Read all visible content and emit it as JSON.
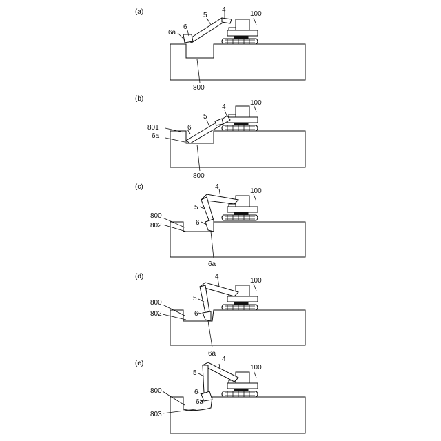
{
  "panels": [
    {
      "caption": "(a)",
      "labels": {
        "machine": "100",
        "arm": "4",
        "boom": "5",
        "bucket": "6",
        "bucket_tip": "6a",
        "pit": "800"
      }
    },
    {
      "caption": "(b)",
      "labels": {
        "machine": "100",
        "arm": "4",
        "boom": "5",
        "bucket": "6",
        "bucket_tip": "6a",
        "pit": "800",
        "wall": "801"
      }
    },
    {
      "caption": "(c)",
      "labels": {
        "machine": "100",
        "arm": "4",
        "boom": "5",
        "bucket": "6",
        "bucket_tip": "6a",
        "pit": "800",
        "floor": "802"
      }
    },
    {
      "caption": "(d)",
      "labels": {
        "machine": "100",
        "arm": "4",
        "boom": "5",
        "bucket": "6",
        "bucket_tip": "6a",
        "pit": "800",
        "floor": "802"
      }
    },
    {
      "caption": "(e)",
      "labels": {
        "machine": "100",
        "arm": "4",
        "boom": "5",
        "bucket": "6",
        "bucket_tip": "6a",
        "pit": "800",
        "floor": "803"
      }
    }
  ]
}
